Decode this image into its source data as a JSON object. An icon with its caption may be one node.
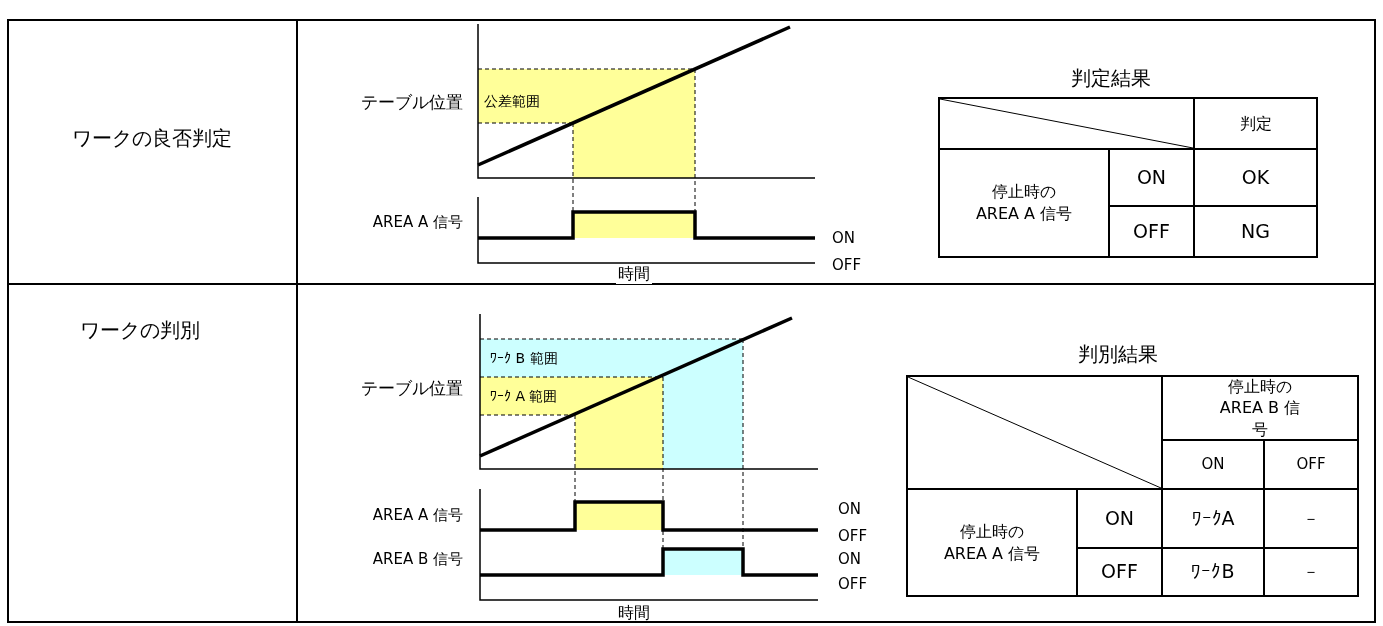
{
  "diagram": {
    "labels": [
      "ワークの良否判定",
      "テーブル位置",
      "公差範囲",
      "AREA A 信号",
      "ON",
      "OFF",
      "時間",
      "判定結果",
      "判定",
      "停止時の AREA A 信号",
      "ON",
      "OK",
      "OFF",
      "NG",
      "ワークの判別",
      "ﾜｰｸ B 範囲",
      "テーブル位置",
      "ﾜｰｸ A 範囲",
      "AREA A 信号",
      "ON",
      "OFF",
      "AREA B 信号",
      "ON",
      "OFF",
      "時間",
      "判別結果",
      "停止時の AREA B 信号",
      "ON",
      "OFF",
      "停止時の AREA A 信号",
      "ON",
      "ﾜｰｸA",
      "－",
      "OFF",
      "ﾜｰｸB",
      "－"
    ]
  }
}
